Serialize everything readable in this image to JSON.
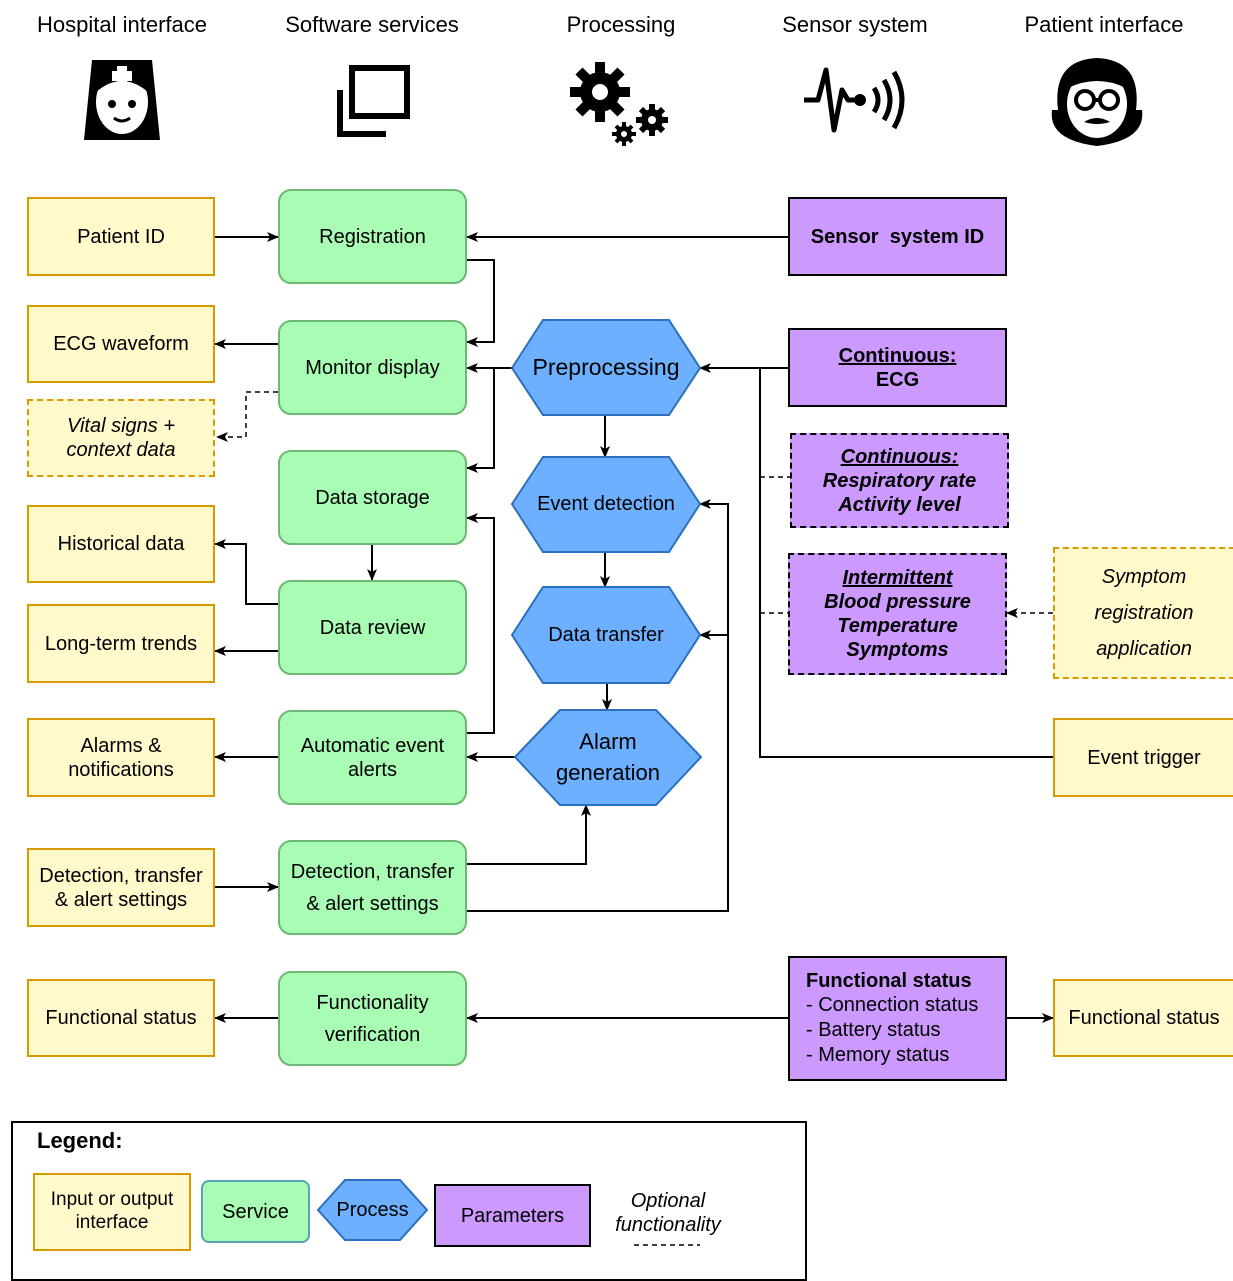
{
  "columns": {
    "hospital": "Hospital interface",
    "software": "Software services",
    "processing": "Processing",
    "sensor": "Sensor system",
    "patient": "Patient interface"
  },
  "inputs": {
    "patient_id": "Patient ID",
    "ecg_waveform": "ECG waveform",
    "vital_signs_1": "Vital signs +",
    "vital_signs_2": "context data",
    "historical_data": "Historical data",
    "long_term_trends": "Long-term trends",
    "alarms_1": "Alarms &",
    "alarms_2": "notifications",
    "settings_in_1": "Detection, transfer",
    "settings_in_2": "& alert settings",
    "functional_status_left": "Functional status",
    "symptom_app_1": "Symptom",
    "symptom_app_2": "registration",
    "symptom_app_3": "application",
    "event_trigger": "Event trigger",
    "functional_status_right": "Functional status"
  },
  "services": {
    "registration": "Registration",
    "monitor_display": "Monitor display",
    "data_storage": "Data storage",
    "data_review": "Data review",
    "auto_alerts_1": "Automatic event",
    "auto_alerts_2": "alerts",
    "settings_1": "Detection, transfer",
    "settings_2": "& alert settings",
    "functionality_1": "Functionality",
    "functionality_2": "verification"
  },
  "processes": {
    "preprocessing": "Preprocessing",
    "event_detection": "Event detection",
    "data_transfer": "Data transfer",
    "alarm_1": "Alarm",
    "alarm_2": "generation"
  },
  "parameters": {
    "sensor_id": "Sensor  system ID",
    "continuous_ecg_1": "Continuous:",
    "continuous_ecg_2": "ECG",
    "continuous_resp_1": "Continuous:",
    "continuous_resp_2": "Respiratory rate",
    "continuous_resp_3": "Activity level",
    "intermittent_1": "Intermittent",
    "intermittent_2": "Blood pressure",
    "intermittent_3": "Temperature",
    "intermittent_4": "Symptoms",
    "functional_title": "Functional status",
    "functional_item_1": "- Connection status",
    "functional_item_2": "- Battery status",
    "functional_item_3": "- Memory status"
  },
  "legend": {
    "title": "Legend:",
    "io_1": "Input or output",
    "io_2": "interface",
    "service": "Service",
    "process": "Process",
    "parameters": "Parameters",
    "optional_1": "Optional",
    "optional_2": "functionality",
    "optional_line": "------"
  },
  "icons": [
    "nurse-icon",
    "windows-stack-icon",
    "gears-icon",
    "heartbeat-signal-icon",
    "patient-face-icon"
  ],
  "colors": {
    "io_fill": "#fff9cc",
    "io_border": "#d79b00",
    "service_fill": "#a9fcb4",
    "service_border": "#6cb874",
    "process_fill": "#6cb0ff",
    "process_border": "#2c6fbf",
    "parameter_fill": "#cc99ff"
  }
}
